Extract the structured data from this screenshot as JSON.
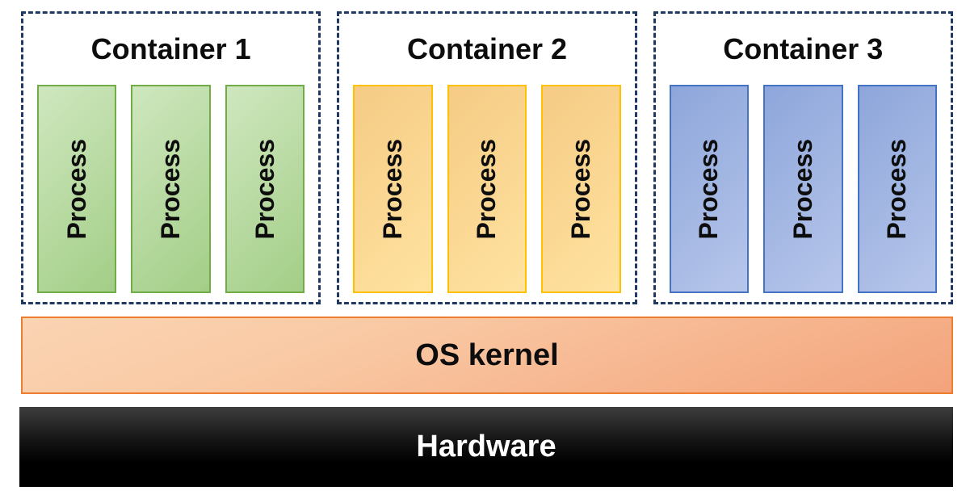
{
  "diagram": {
    "type": "container-architecture",
    "containers": [
      {
        "label": "Container 1",
        "theme": "green",
        "fill_start": "#cfe7bf",
        "fill_end": "#a3ce87",
        "border_color": "#70ad47",
        "processes": [
          "Process",
          "Process",
          "Process"
        ]
      },
      {
        "label": "Container 2",
        "theme": "yellow",
        "fill_start": "#f5cb85",
        "fill_end": "#ffe3a0",
        "border_color": "#ffc000",
        "processes": [
          "Process",
          "Process",
          "Process"
        ]
      },
      {
        "label": "Container 3",
        "theme": "blue",
        "fill_start": "#8da6da",
        "fill_end": "#b7c6eb",
        "border_color": "#4472c4",
        "processes": [
          "Process",
          "Process",
          "Process"
        ]
      }
    ],
    "layers": [
      {
        "label": "OS kernel",
        "fill_start": "#fbd4b3",
        "fill_end": "#f3a37b",
        "border_color": "#ed7d31",
        "text_color": "#0d0d0d"
      },
      {
        "label": "Hardware",
        "fill_start": "#3d3d3d",
        "fill_end": "#000000",
        "text_color": "#ffffff"
      }
    ],
    "dashed_border_color": "#1f3864",
    "background_color": "#ffffff"
  }
}
